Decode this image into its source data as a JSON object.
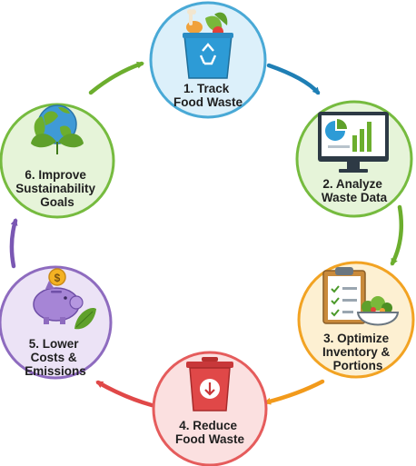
{
  "steps": [
    {
      "number": 1,
      "lines": [
        "1. Track",
        "Food Waste"
      ],
      "icon": "recycling-bin-icon",
      "border": "#49a9d6",
      "fill": "#dcf0fa"
    },
    {
      "number": 2,
      "lines": [
        "2. Analyze",
        "Waste Data"
      ],
      "icon": "monitor-chart-icon",
      "border": "#76bb3f",
      "fill": "#e6f4d9"
    },
    {
      "number": 3,
      "lines": [
        "3. Optimize",
        "Inventory &",
        "Portions"
      ],
      "icon": "clipboard-salad-icon",
      "border": "#f2a323",
      "fill": "#fdf0d2"
    },
    {
      "number": 4,
      "lines": [
        "4. Reduce",
        "Food Waste"
      ],
      "icon": "trash-can-icon",
      "border": "#e55c5c",
      "fill": "#fbe0e0"
    },
    {
      "number": 5,
      "lines": [
        "5. Lower",
        "Costs &",
        "Emissions"
      ],
      "icon": "piggy-bank-icon",
      "border": "#8e6bbf",
      "fill": "#ece3f6"
    },
    {
      "number": 6,
      "lines": [
        "6. Improve",
        "Sustainability",
        "Goals"
      ],
      "icon": "globe-leaves-icon",
      "border": "#76bb3f",
      "fill": "#e6f4d9"
    }
  ],
  "arrow_colors": [
    "#1f7fb5",
    "#6cae2e",
    "#f29a1b",
    "#e04848",
    "#7a57b3",
    "#6cae2e"
  ]
}
